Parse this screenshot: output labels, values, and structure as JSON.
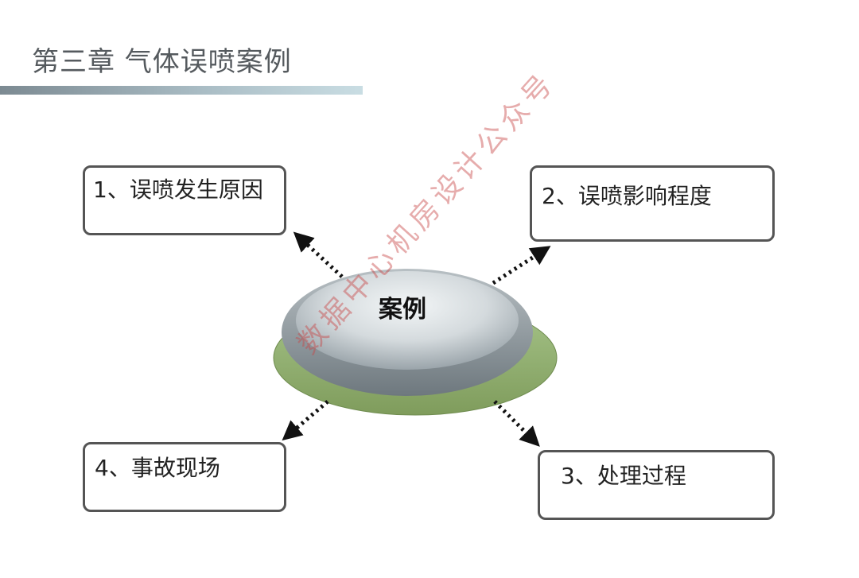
{
  "title": "第三章 气体误喷案例",
  "center": {
    "label": "案例"
  },
  "nodes": {
    "cause": "1、误喷发生原因",
    "impact": "2、误喷影响程度",
    "process": "3、处理过程",
    "scene": "4、事故现场"
  },
  "watermark": "数据中心机房设计公众号",
  "colors": {
    "title_text": "#555a5e",
    "box_border": "#555555",
    "ellipse_gray": "#a0aab0",
    "ellipse_green": "#8fae6b"
  }
}
